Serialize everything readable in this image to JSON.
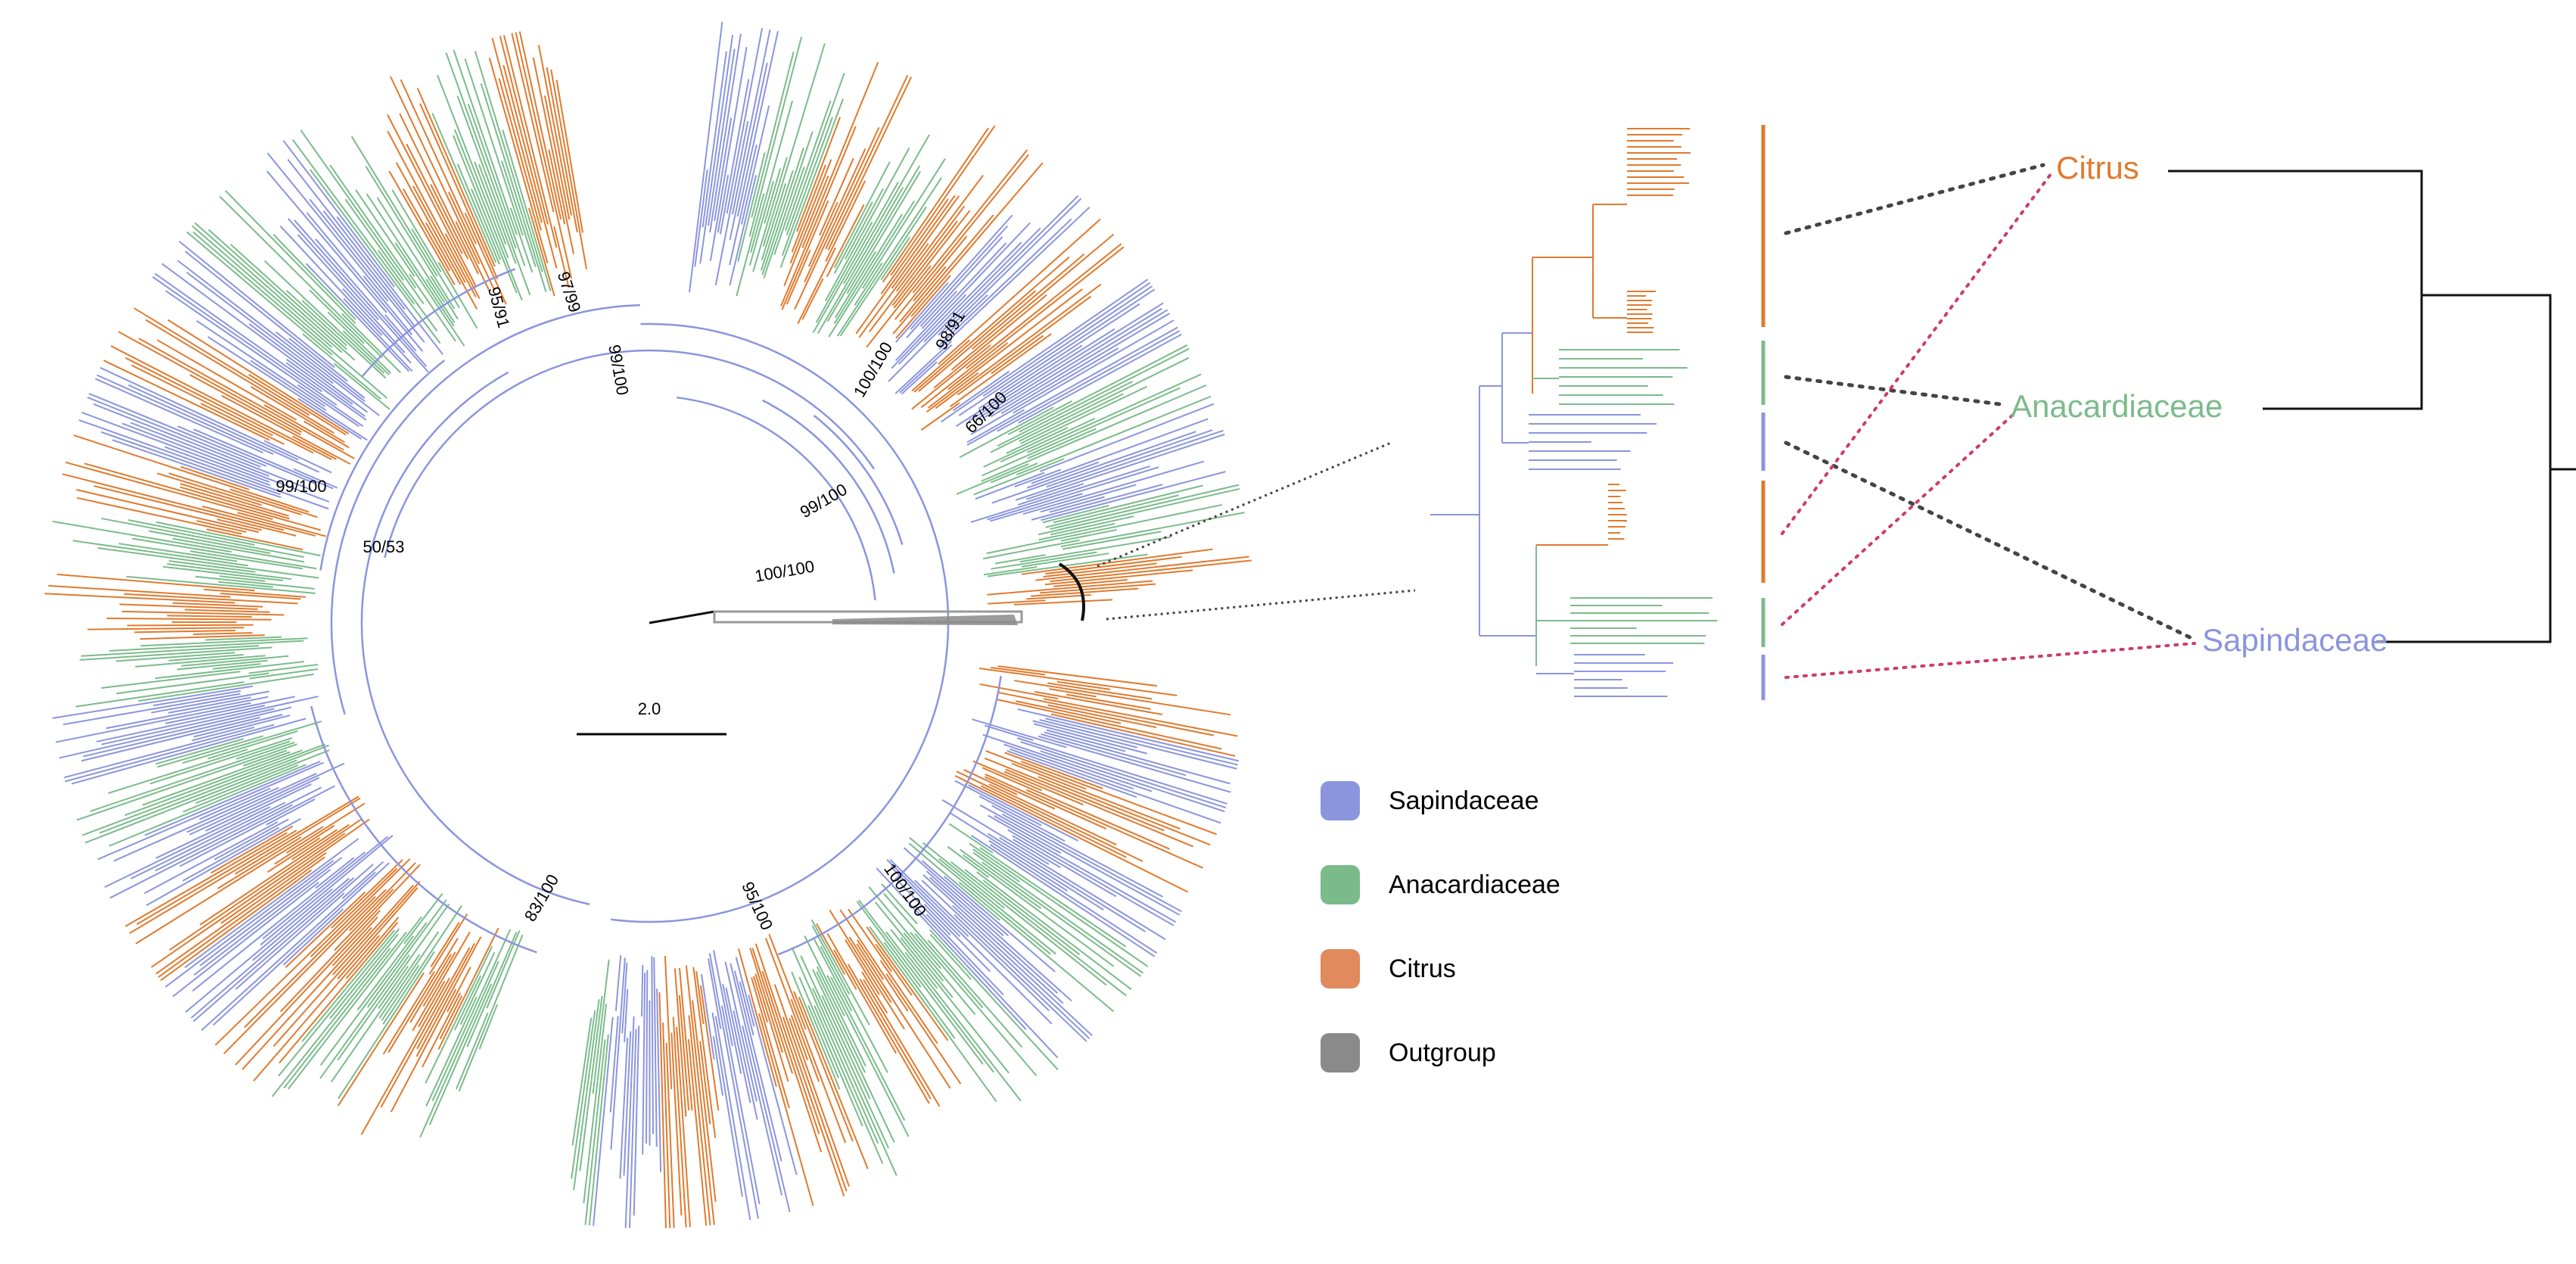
{
  "colors": {
    "sapindaceae": "#8b95dd",
    "anacardiaceae": "#7bbb8b",
    "citrus": "#e07a2e",
    "outgroup": "#8a8a8a",
    "connector_dark": "#444444",
    "connector_pink": "#cc3d6b",
    "black": "#111111"
  },
  "legend": [
    {
      "label": "Sapindaceae",
      "color": "#8b95dd"
    },
    {
      "label": "Anacardiaceae",
      "color": "#7bbb8b"
    },
    {
      "label": "Citrus",
      "color": "#e08a5e"
    },
    {
      "label": "Outgroup",
      "color": "#8a8a8a"
    }
  ],
  "bootstrap_labels": [
    "95/91",
    "97/99",
    "99/100",
    "100/100",
    "98/91",
    "66/100",
    "99/100",
    "100/100",
    "99/100",
    "50/53",
    "83/100",
    "95/100",
    "100/100"
  ],
  "scale_bar": {
    "label": "2.0"
  },
  "species_tree": {
    "taxa": [
      {
        "name": "Citrus",
        "color": "#e07a2e"
      },
      {
        "name": "Anacardiaceae",
        "color": "#7bbb8b"
      },
      {
        "name": "Sapindaceae",
        "color": "#8b95dd"
      }
    ]
  }
}
